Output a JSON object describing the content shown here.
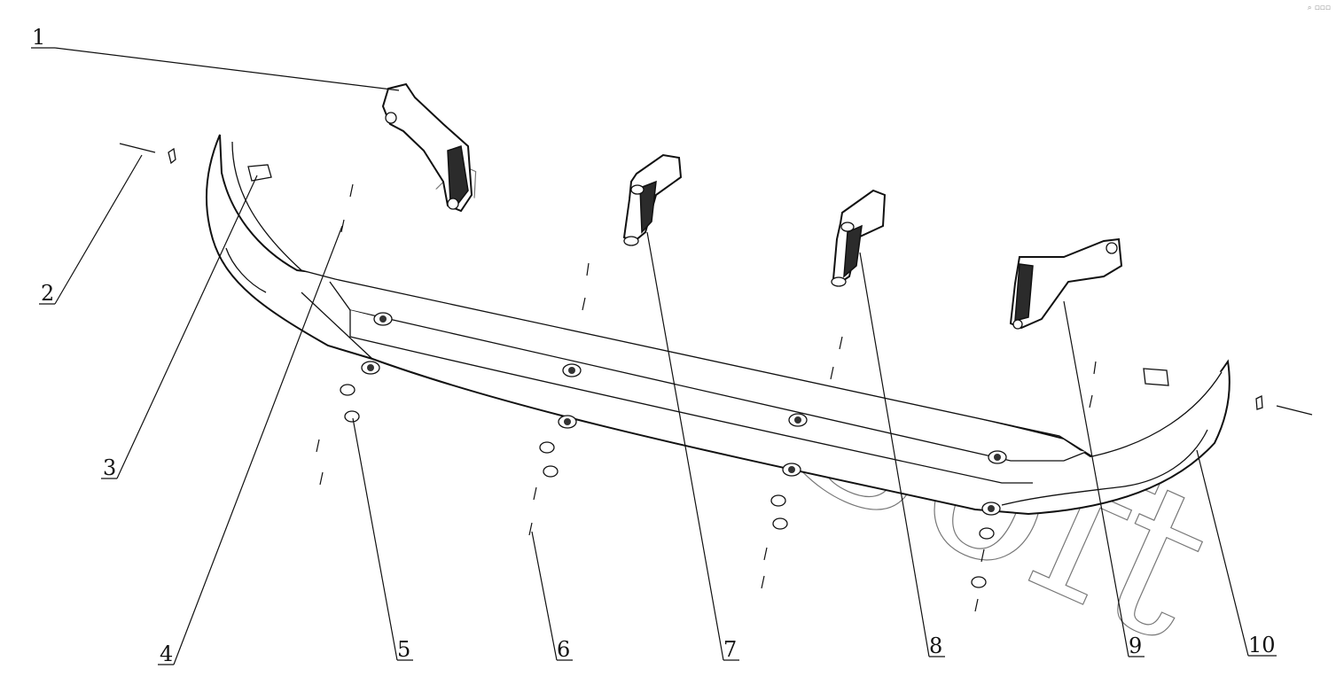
{
  "watermark": "AutoSoft",
  "corner_mark": "⌕ ▫▫▫",
  "callouts": [
    {
      "id": "1",
      "label": "1"
    },
    {
      "id": "2",
      "label": "2"
    },
    {
      "id": "3",
      "label": "3"
    },
    {
      "id": "4",
      "label": "4"
    },
    {
      "id": "5",
      "label": "5"
    },
    {
      "id": "6",
      "label": "6"
    },
    {
      "id": "7",
      "label": "7"
    },
    {
      "id": "8",
      "label": "8"
    },
    {
      "id": "9",
      "label": "9"
    },
    {
      "id": "10",
      "label": "10"
    }
  ]
}
